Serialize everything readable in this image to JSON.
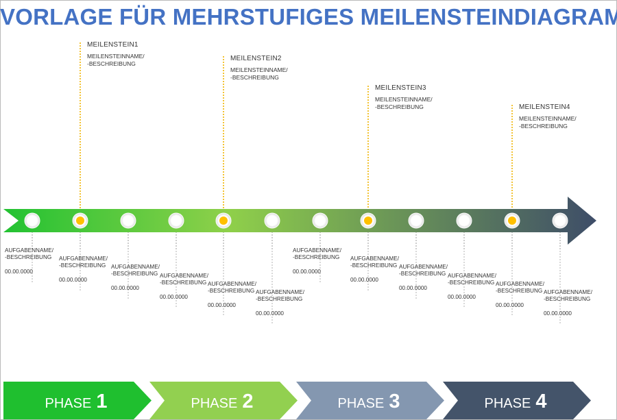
{
  "title": "VORLAGE FÜR MEHRSTUFIGES MEILENSTEINDIAGRAMM",
  "colors": {
    "title": "#4472c4",
    "arrow_start": "#22c232",
    "arrow_mid": "#8fd04a",
    "arrow_end": "#3e4d68",
    "milestone_dot": "#ffc000",
    "milestone_line": "#f0b400",
    "task_line": "#bfbfbf",
    "phase1": "#1fbf2f",
    "phase2": "#92d050",
    "phase3": "#8497b0",
    "phase4": "#44546a"
  },
  "milestones": [
    {
      "title": "MEILENSTEIN1",
      "desc1": "MEILENSTEINNAME/",
      "desc2": "-BESCHREIBUNG"
    },
    {
      "title": "MEILENSTEIN2",
      "desc1": "MEILENSTEINNAME/",
      "desc2": "-BESCHREIBUNG"
    },
    {
      "title": "MEILENSTEIN3",
      "desc1": "MEILENSTEINNAME/",
      "desc2": "-BESCHREIBUNG"
    },
    {
      "title": "MEILENSTEIN4",
      "desc1": "MEILENSTEINNAME/",
      "desc2": "-BESCHREIBUNG"
    }
  ],
  "tasks": [
    {
      "line1": "AUFGABENNAME/",
      "line2": "-BESCHREIBUNG",
      "date": "00.00.0000"
    },
    {
      "line1": "AUFGABENNAME/",
      "line2": "-BESCHREIBUNG",
      "date": "00.00.0000"
    },
    {
      "line1": "AUFGABENNAME/",
      "line2": "-BESCHREIBUNG",
      "date": "00.00.0000"
    },
    {
      "line1": "AUFGABENNAME/",
      "line2": "-BESCHREIBUNG",
      "date": "00.00.0000"
    },
    {
      "line1": "AUFGABENNAME/",
      "line2": "-BESCHREIBUNG",
      "date": "00.00.0000"
    },
    {
      "line1": "AUFGABENNAME/",
      "line2": "-BESCHREIBUNG",
      "date": "00.00.0000"
    },
    {
      "line1": "AUFGABENNAME/",
      "line2": "-BESCHREIBUNG",
      "date": "00.00.0000"
    },
    {
      "line1": "AUFGABENNAME/",
      "line2": "-BESCHREIBUNG",
      "date": "00.00.0000"
    },
    {
      "line1": "AUFGABENNAME/",
      "line2": "-BESCHREIBUNG",
      "date": "00.00.0000"
    },
    {
      "line1": "AUFGABENNAME/",
      "line2": "-BESCHREIBUNG",
      "date": "00.00.0000"
    },
    {
      "line1": "AUFGABENNAME/",
      "line2": "-BESCHREIBUNG",
      "date": "00.00.0000"
    },
    {
      "line1": "AUFGABENNAME/",
      "line2": "-BESCHREIBUNG",
      "date": "00.00.0000"
    }
  ],
  "phases": [
    {
      "word": "PHASE",
      "number": "1"
    },
    {
      "word": "PHASE",
      "number": "2"
    },
    {
      "word": "PHASE",
      "number": "3"
    },
    {
      "word": "PHASE",
      "number": "4"
    }
  ]
}
